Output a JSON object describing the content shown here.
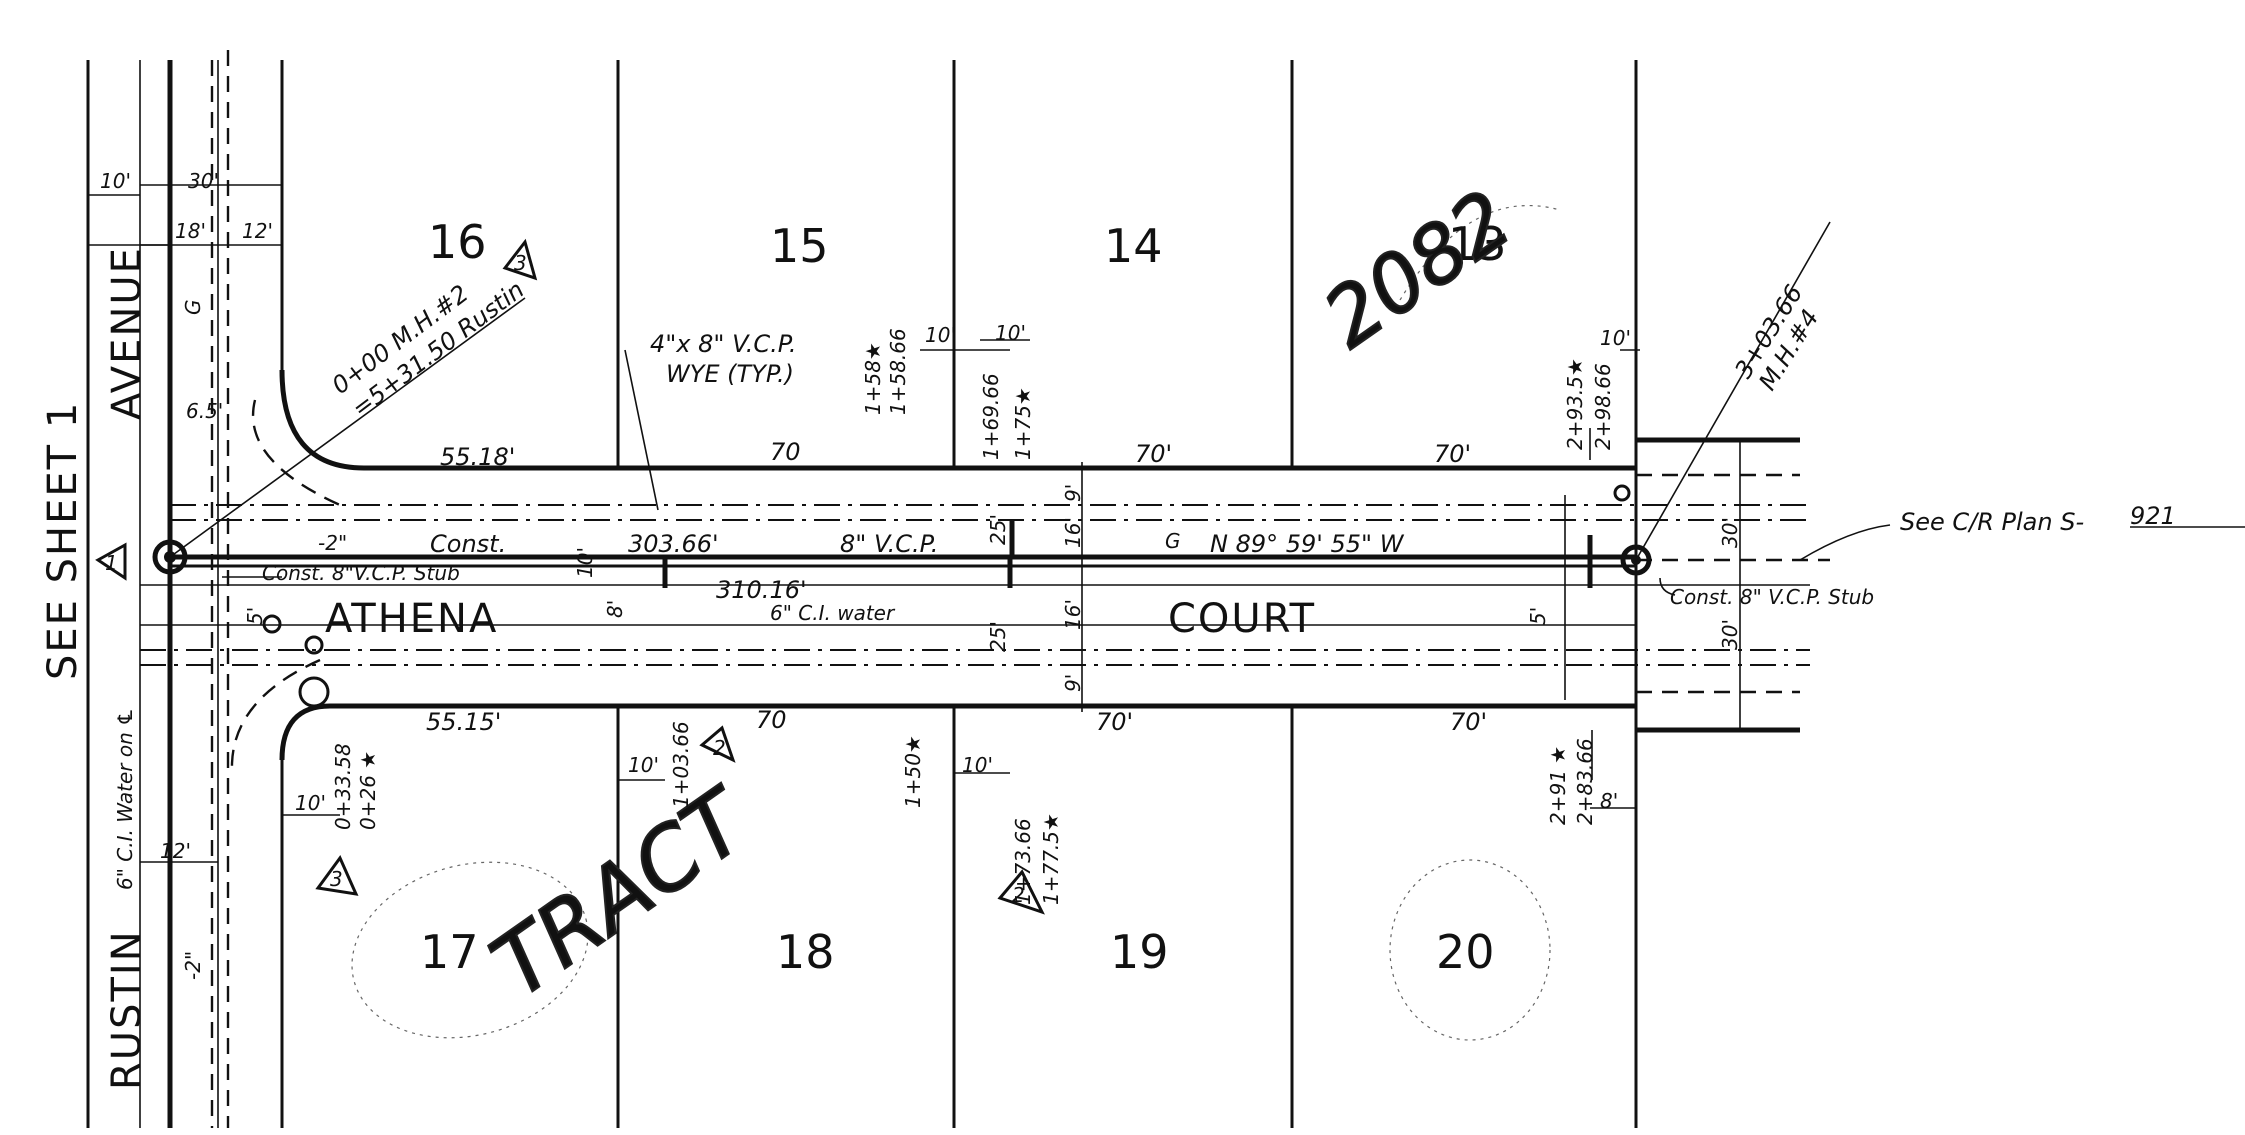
{
  "streets": {
    "athena": "ATHENA",
    "court": "COURT",
    "avenue": "AVENUE",
    "rustin": "RUSTIN"
  },
  "sheet_ref": "SEE SHEET 1",
  "lots": {
    "lot16": "16",
    "lot15": "15",
    "lot14": "14",
    "lot13": "13",
    "lot17": "17",
    "lot18": "18",
    "lot19": "19",
    "lot20": "20"
  },
  "tract": {
    "word": "TRACT",
    "number": "2082"
  },
  "frontage": {
    "north_1": "55.18'",
    "north_2": "70",
    "north_3": "70'",
    "north_4": "70'",
    "south_1": "55.15'",
    "south_2": "70",
    "south_3": "70'",
    "south_4": "70'"
  },
  "sewer": {
    "const": "Const.",
    "length": "303.66'",
    "pipe": "8\" V.C.P.",
    "bearing": "N 89° 59' 55\" W",
    "stub_west": "Const. 8\"V.C.P. Stub",
    "stub_east": "Const. 8\" V.C.P. Stub",
    "water": "6\" C.I. water",
    "water_len": "310.16'",
    "wye_line1": "4\"x 8\" V.C.P.",
    "wye_line2": "WYE (TYP.)",
    "cross_water": "6\" C.I. Water on ℄"
  },
  "manholes": {
    "mh2_line1": "0+00 M.H.#2",
    "mh2_line2": "=5+31.50 Rustin",
    "mh4_line1": "3+03.66",
    "mh4_line2": "M.H.#4"
  },
  "plan_ref": {
    "prefix": "See C/R Plan S-",
    "number": "921"
  },
  "stations": {
    "s158": "1+58★",
    "s15866": "1+58.66",
    "s16966": "1+69.66",
    "s175": "1+75★",
    "s2935": "2+93.5★",
    "s29866": "2+98.66",
    "s0426": "0+26 ★",
    "s3358": "0+33.58",
    "s10366": "1+03.66",
    "s150": "1+50★",
    "s17366": "1+73.66",
    "s1775": "1+77.5★",
    "s291": "2+91 ★",
    "s28366": "2+83.66"
  },
  "dims": {
    "d10": "10'",
    "d30": "30'",
    "d18": "18'",
    "d12": "12'",
    "d65": "6.5'",
    "d2": "-2\"",
    "d10b": "10'",
    "d8": "8'",
    "d5a": "5'",
    "d5b": "5'",
    "d25a": "25'",
    "d25b": "25'",
    "d16a": "16'",
    "d16b": "16'",
    "d9a": "9'",
    "d9b": "9'",
    "d30a": "30'",
    "d30b": "30'",
    "d10c": "10'",
    "d10d": "10'",
    "d10e": "10'",
    "d10f": "10'",
    "d10g": "10'",
    "d12b": "12'",
    "d2b": "-2\"",
    "d8b": "8'",
    "d10h": "10'"
  },
  "revisions": {
    "r1": "1",
    "r2": "2",
    "r3": "2",
    "r4": "3",
    "r5": "3"
  },
  "misc": {
    "g1": "G",
    "g2": "G"
  }
}
